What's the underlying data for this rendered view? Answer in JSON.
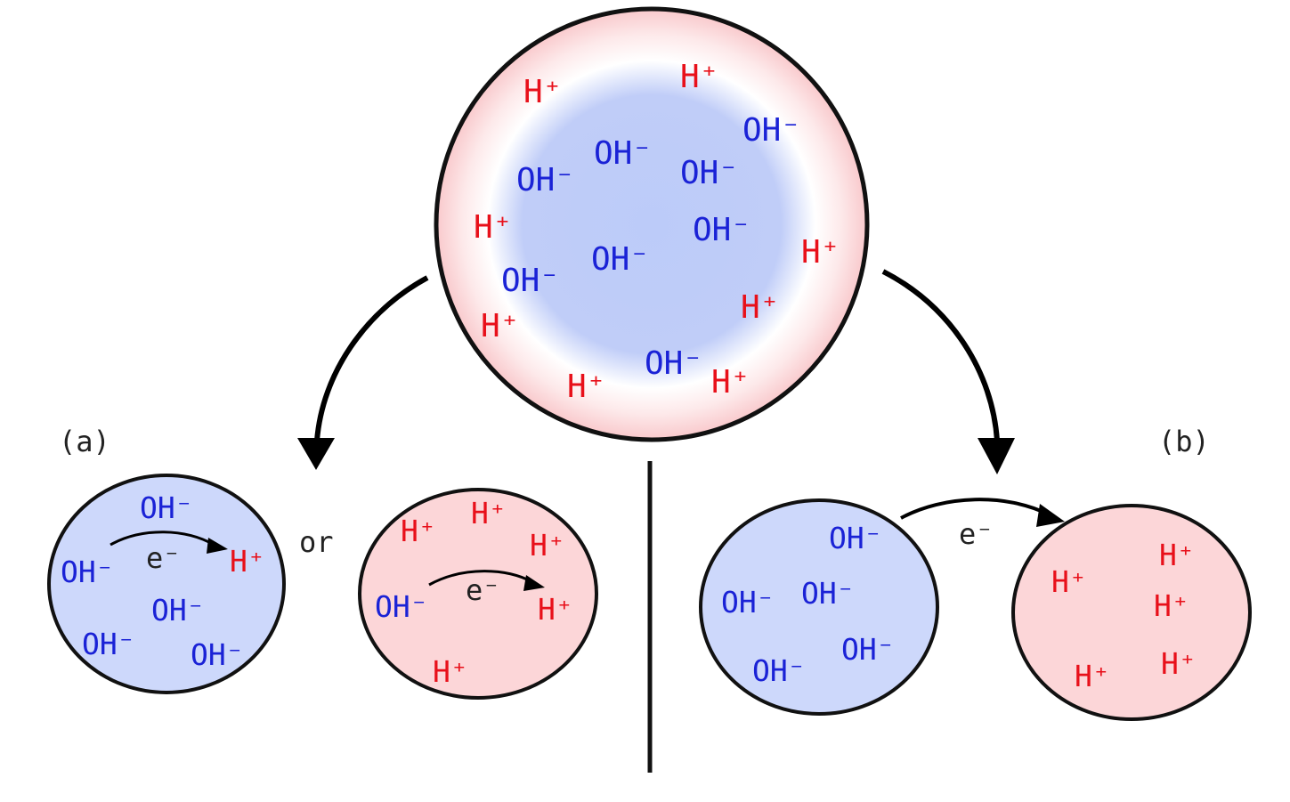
{
  "labels": {
    "a": "(a)",
    "b": "(b)",
    "or": "or",
    "electron": "e⁻"
  },
  "ions": {
    "h_plus": "H⁺",
    "oh_minus": "OH⁻"
  },
  "colors": {
    "h_plus": "#e8101a",
    "oh_minus": "#1a22d6",
    "acid_fill": "#fcd6d8",
    "base_fill": "#cdd8fb",
    "outline": "#111111"
  }
}
